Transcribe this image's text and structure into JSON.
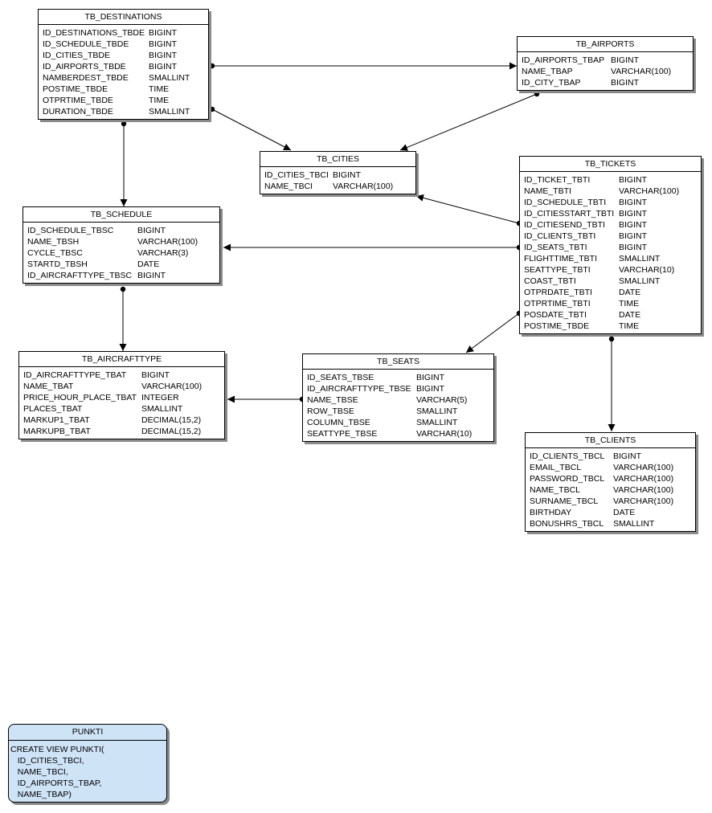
{
  "tables": [
    {
      "id": "destinations",
      "name": "TB_DESTINATIONS",
      "columns": [
        {
          "name": "ID_DESTINATIONS_TBDE",
          "type": "BIGINT"
        },
        {
          "name": "ID_SCHEDULE_TBDE",
          "type": "BIGINT"
        },
        {
          "name": "ID_CITIES_TBDE",
          "type": "BIGINT"
        },
        {
          "name": "ID_AIRPORTS_TBDE",
          "type": "BIGINT"
        },
        {
          "name": "NAMBERDEST_TBDE",
          "type": "SMALLINT"
        },
        {
          "name": "POSTIME_TBDE",
          "type": "TIME"
        },
        {
          "name": "OTPRTIME_TBDE",
          "type": "TIME"
        },
        {
          "name": "DURATION_TBDE",
          "type": "SMALLINT"
        }
      ]
    },
    {
      "id": "airports",
      "name": "TB_AIRPORTS",
      "columns": [
        {
          "name": "ID_AIRPORTS_TBAP",
          "type": "BIGINT"
        },
        {
          "name": "NAME_TBAP",
          "type": "VARCHAR(100)"
        },
        {
          "name": "ID_CITY_TBAP",
          "type": "BIGINT"
        }
      ]
    },
    {
      "id": "cities",
      "name": "TB_CITIES",
      "columns": [
        {
          "name": "ID_CITIES_TBCI",
          "type": "BIGINT"
        },
        {
          "name": "NAME_TBCI",
          "type": "VARCHAR(100)"
        }
      ]
    },
    {
      "id": "tickets",
      "name": "TB_TICKETS",
      "columns": [
        {
          "name": "ID_TICKET_TBTI",
          "type": "BIGINT"
        },
        {
          "name": "NAME_TBTI",
          "type": "VARCHAR(100)"
        },
        {
          "name": "ID_SCHEDULE_TBTI",
          "type": "BIGINT"
        },
        {
          "name": "ID_CITIESSTART_TBTI",
          "type": "BIGINT"
        },
        {
          "name": "ID_CITIESEND_TBTI",
          "type": "BIGINT"
        },
        {
          "name": "ID_CLIENTS_TBTI",
          "type": "BIGINT"
        },
        {
          "name": "ID_SEATS_TBTI",
          "type": "BIGINT"
        },
        {
          "name": "FLIGHTTIME_TBTI",
          "type": "SMALLINT"
        },
        {
          "name": "SEATTYPE_TBTI",
          "type": "VARCHAR(10)"
        },
        {
          "name": "COAST_TBTI",
          "type": "SMALLINT"
        },
        {
          "name": "OTPRDATE_TBTI",
          "type": "DATE"
        },
        {
          "name": "OTPRTIME_TBTI",
          "type": "TIME"
        },
        {
          "name": "POSDATE_TBTI",
          "type": "DATE"
        },
        {
          "name": "POSTIME_TBDE",
          "type": "TIME"
        }
      ]
    },
    {
      "id": "schedule",
      "name": "TB_SCHEDULE",
      "columns": [
        {
          "name": "ID_SCHEDULE_TBSC",
          "type": "BIGINT"
        },
        {
          "name": "NAME_TBSH",
          "type": "VARCHAR(100)"
        },
        {
          "name": "CYCLE_TBSC",
          "type": "VARCHAR(3)"
        },
        {
          "name": "STARTD_TBSH",
          "type": "DATE"
        },
        {
          "name": "ID_AIRCRAFTTYPE_TBSC",
          "type": "BIGINT"
        }
      ]
    },
    {
      "id": "aircrafttype",
      "name": "TB_AIRCRAFTTYPE",
      "columns": [
        {
          "name": "ID_AIRCRAFTTYPE_TBAT",
          "type": "BIGINT"
        },
        {
          "name": "NAME_TBAT",
          "type": "VARCHAR(100)"
        },
        {
          "name": "PRICE_HOUR_PLACE_TBAT",
          "type": "INTEGER"
        },
        {
          "name": "PLACES_TBAT",
          "type": "SMALLINT"
        },
        {
          "name": "MARKUP1_TBAT",
          "type": "DECIMAL(15,2)"
        },
        {
          "name": "MARKUPB_TBAT",
          "type": "DECIMAL(15,2)"
        }
      ]
    },
    {
      "id": "seats",
      "name": "TB_SEATS",
      "columns": [
        {
          "name": "ID_SEATS_TBSE",
          "type": "BIGINT"
        },
        {
          "name": "ID_AIRCRAFTTYPE_TBSE",
          "type": "BIGINT"
        },
        {
          "name": "NAME_TBSE",
          "type": "VARCHAR(5)"
        },
        {
          "name": "ROW_TBSE",
          "type": "SMALLINT"
        },
        {
          "name": "COLUMN_TBSE",
          "type": "SMALLINT"
        },
        {
          "name": "SEATTYPE_TBSE",
          "type": "VARCHAR(10)"
        }
      ]
    },
    {
      "id": "clients",
      "name": "TB_CLIENTS",
      "columns": [
        {
          "name": "ID_CLIENTS_TBCL",
          "type": "BIGINT"
        },
        {
          "name": "EMAIL_TBCL",
          "type": "VARCHAR(100)"
        },
        {
          "name": "PASSWORD_TBCL",
          "type": "VARCHAR(100)"
        },
        {
          "name": "NAME_TBCL",
          "type": "VARCHAR(100)"
        },
        {
          "name": "SURNAME_TBCL",
          "type": "VARCHAR(100)"
        },
        {
          "name": "BIRTHDAY",
          "type": "DATE"
        },
        {
          "name": "BONUSHRS_TBCL",
          "type": "SMALLINT"
        }
      ]
    }
  ],
  "view": {
    "name": "PUNKTI",
    "lines": [
      "CREATE VIEW PUNKTI(",
      "   ID_CITIES_TBCI,",
      "   NAME_TBCI,",
      "   ID_AIRPORTS_TBAP,",
      "   NAME_TBAP)"
    ]
  },
  "relationships": [
    {
      "from": "destinations",
      "to": "airports"
    },
    {
      "from": "destinations",
      "to": "cities"
    },
    {
      "from": "destinations",
      "to": "schedule"
    },
    {
      "from": "airports",
      "to": "cities"
    },
    {
      "from": "tickets",
      "to": "cities"
    },
    {
      "from": "tickets",
      "to": "schedule"
    },
    {
      "from": "tickets",
      "to": "seats"
    },
    {
      "from": "tickets",
      "to": "clients"
    },
    {
      "from": "schedule",
      "to": "aircrafttype"
    },
    {
      "from": "seats",
      "to": "aircrafttype"
    }
  ],
  "colors": {
    "line": "#000000",
    "view_fill": "#cfe3f7",
    "shadow": "#8a8a8a"
  }
}
